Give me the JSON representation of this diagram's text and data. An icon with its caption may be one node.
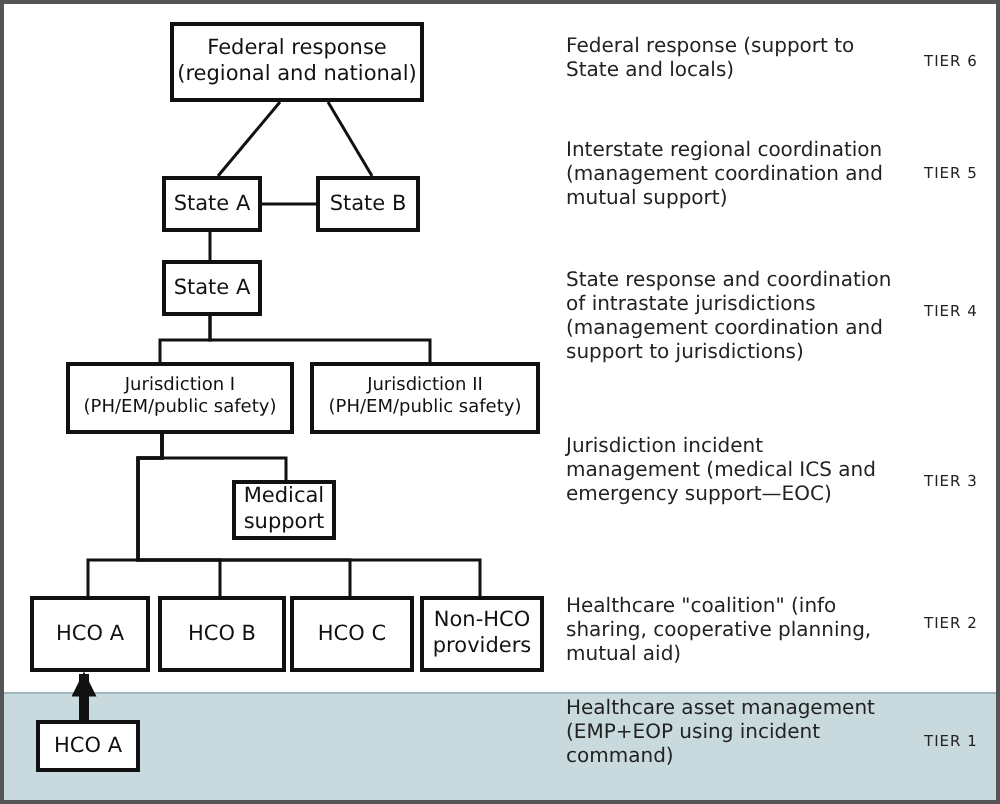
{
  "diagram": {
    "nodes": [
      {
        "text": [
          "Federal response (regional and national)"
        ]
      },
      {
        "text": [
          "State A"
        ]
      },
      {
        "text": [
          "State B"
        ]
      },
      {
        "text": [
          "State A"
        ]
      },
      {
        "text": [
          "Jurisdiction I (PH/EM/public safety)"
        ]
      },
      {
        "text": [
          "Jurisdiction II (PH/EM/public safety)"
        ]
      },
      {
        "text": [
          "Medical support"
        ]
      },
      {
        "text": [
          "HCO A"
        ]
      },
      {
        "text": [
          "HCO B"
        ]
      },
      {
        "text": [
          "HCO C"
        ]
      },
      {
        "text": [
          "Non-HCO providers"
        ]
      },
      {
        "text": [
          "HCO A"
        ]
      }
    ],
    "edges": [
      {
        "from": 0,
        "to": 1,
        "arrow": "none"
      },
      {
        "from": 0,
        "to": 2,
        "arrow": "none"
      },
      {
        "from": 1,
        "to": 2,
        "arrow": "none"
      },
      {
        "from": 1,
        "to": 3,
        "arrow": "none"
      },
      {
        "from": 3,
        "to": 4,
        "arrow": "none"
      },
      {
        "from": 3,
        "to": 5,
        "arrow": "none"
      },
      {
        "from": 4,
        "to": 6,
        "arrow": "none"
      },
      {
        "from": 4,
        "to": 7,
        "arrow": "none"
      },
      {
        "from": 4,
        "to": 8,
        "arrow": "none"
      },
      {
        "from": 4,
        "to": 9,
        "arrow": "none"
      },
      {
        "from": 4,
        "to": 10,
        "arrow": "none"
      },
      {
        "from": 11,
        "to": 7,
        "arrow": "to",
        "style": "thick"
      }
    ],
    "labels": [
      "Federal response (support to State and locals)",
      "TIER 6",
      "Interstate regional coordination (management coordination and mutual support)",
      "TIER 5",
      "State response and coordination of intrastate jurisdictions (management coordination and support to jurisdictions)",
      "TIER 4",
      "Jurisdiction incident management (medical ICS and emergency support—EOC)",
      "TIER 3",
      "Healthcare \"coalition\" (info sharing, cooperative planning, mutual aid)",
      "TIER 2",
      "Healthcare asset management (EMP+EOP using incident command)",
      "TIER 1"
    ]
  }
}
